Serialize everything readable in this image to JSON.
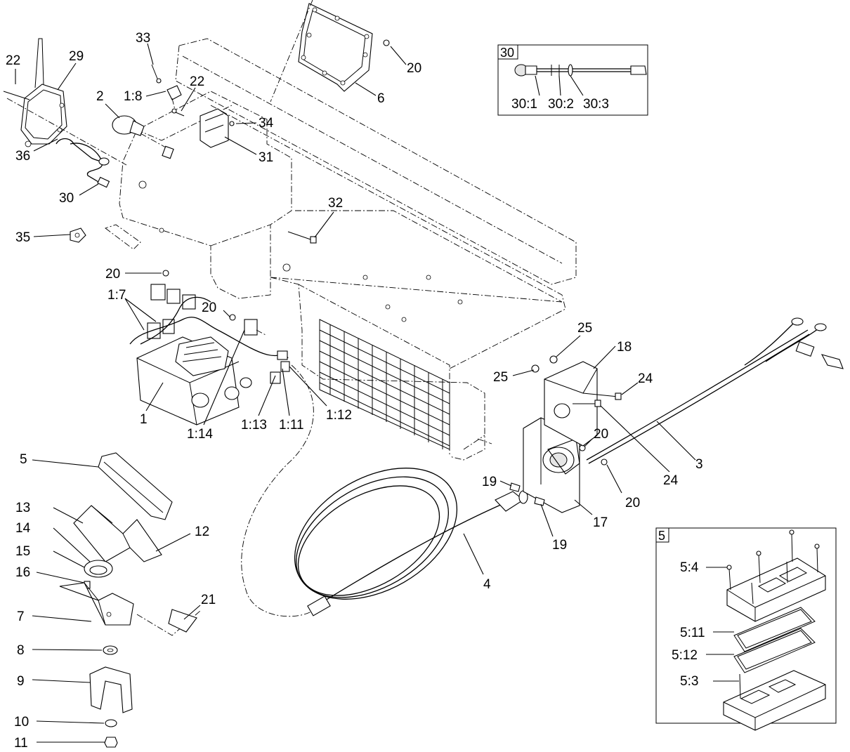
{
  "callouts": [
    {
      "id": "c22a",
      "text": "22"
    },
    {
      "id": "c29",
      "text": "29"
    },
    {
      "id": "c33",
      "text": "33"
    },
    {
      "id": "c1_8",
      "text": "1:8"
    },
    {
      "id": "c22b",
      "text": "22"
    },
    {
      "id": "c2",
      "text": "2"
    },
    {
      "id": "c34",
      "text": "34"
    },
    {
      "id": "c31",
      "text": "31"
    },
    {
      "id": "c36",
      "text": "36"
    },
    {
      "id": "c30",
      "text": "30"
    },
    {
      "id": "c20a",
      "text": "20"
    },
    {
      "id": "c6",
      "text": "6"
    },
    {
      "id": "c32",
      "text": "32"
    },
    {
      "id": "c35",
      "text": "35"
    },
    {
      "id": "c20b",
      "text": "20"
    },
    {
      "id": "c1_7",
      "text": "1:7"
    },
    {
      "id": "c20c",
      "text": "20"
    },
    {
      "id": "c1",
      "text": "1"
    },
    {
      "id": "c1_14",
      "text": "1:14"
    },
    {
      "id": "c1_13",
      "text": "1:13"
    },
    {
      "id": "c1_11",
      "text": "1:11"
    },
    {
      "id": "c1_12",
      "text": "1:12"
    },
    {
      "id": "c25a",
      "text": "25"
    },
    {
      "id": "c18",
      "text": "18"
    },
    {
      "id": "c25b",
      "text": "25"
    },
    {
      "id": "c24a",
      "text": "24"
    },
    {
      "id": "c24b",
      "text": "24"
    },
    {
      "id": "c3",
      "text": "3"
    },
    {
      "id": "c20d",
      "text": "20"
    },
    {
      "id": "c20e",
      "text": "20"
    },
    {
      "id": "c19a",
      "text": "19"
    },
    {
      "id": "c19b",
      "text": "19"
    },
    {
      "id": "c17",
      "text": "17"
    },
    {
      "id": "c4",
      "text": "4"
    },
    {
      "id": "c5",
      "text": "5"
    },
    {
      "id": "c13",
      "text": "13"
    },
    {
      "id": "c14",
      "text": "14"
    },
    {
      "id": "c12",
      "text": "12"
    },
    {
      "id": "c15",
      "text": "15"
    },
    {
      "id": "c16",
      "text": "16"
    },
    {
      "id": "c21",
      "text": "21"
    },
    {
      "id": "c7",
      "text": "7"
    },
    {
      "id": "c8",
      "text": "8"
    },
    {
      "id": "c9",
      "text": "9"
    },
    {
      "id": "c10",
      "text": "10"
    },
    {
      "id": "c11",
      "text": "11"
    }
  ],
  "inset_30": {
    "title": "30",
    "labels": [
      "30:1",
      "30:2",
      "30:3"
    ]
  },
  "inset_5": {
    "title": "5",
    "labels": [
      "5:4",
      "5:11",
      "5:12",
      "5:3"
    ]
  }
}
